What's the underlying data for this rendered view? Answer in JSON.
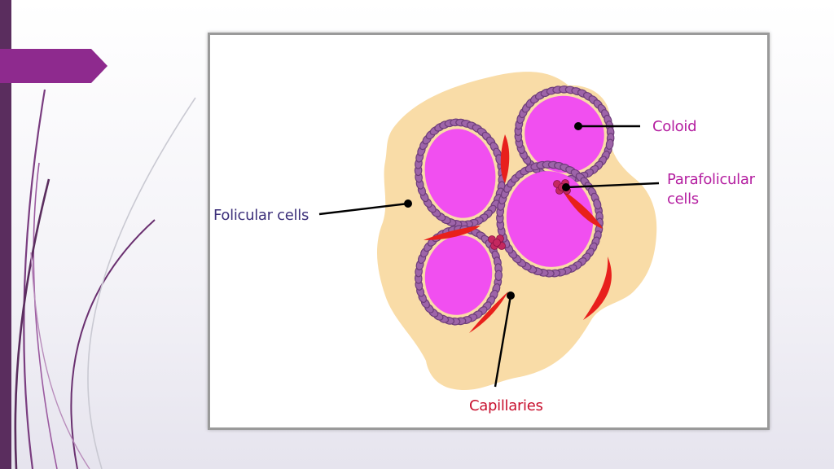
{
  "slide": {
    "accent_color": "#8e2a8e",
    "sidebar_color": "#5a2d5e"
  },
  "diagram": {
    "colors": {
      "tissue": "#f9dca7",
      "colloid": "#f14ff0",
      "follicular_cells": "#9d64a8",
      "parafollicular_cells": "#c4285f",
      "capillaries": "#e8201c"
    },
    "labels": {
      "colloid": "Coloid",
      "parafollicular_line1": "Parafolicular",
      "parafollicular_line2": "cells",
      "follicular": "Folicular cells",
      "capillaries": "Capillaries"
    }
  }
}
